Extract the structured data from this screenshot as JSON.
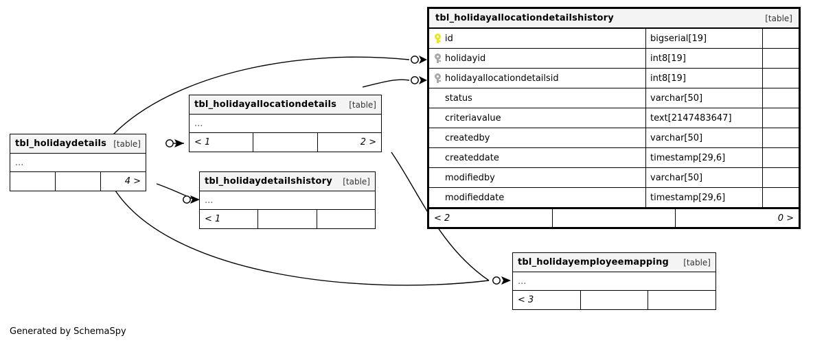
{
  "diagram": {
    "credit": "Generated by SchemaSpy",
    "ellipsis": "...",
    "kind_label": "[table]"
  },
  "tables": {
    "holidayallocationdetailshistory": {
      "name": "tbl_holidayallocationdetailshistory",
      "kind": "[table]",
      "columns": [
        {
          "key": "pk",
          "name": "id",
          "type": "bigserial[19]"
        },
        {
          "key": "fk",
          "name": "holidayid",
          "type": "int8[19]"
        },
        {
          "key": "fk",
          "name": "holidayallocationdetailsid",
          "type": "int8[19]"
        },
        {
          "key": "none",
          "name": "status",
          "type": "varchar[50]"
        },
        {
          "key": "none",
          "name": "criteriavalue",
          "type": "text[2147483647]"
        },
        {
          "key": "none",
          "name": "createdby",
          "type": "varchar[50]"
        },
        {
          "key": "none",
          "name": "createddate",
          "type": "timestamp[29,6]"
        },
        {
          "key": "none",
          "name": "modifiedby",
          "type": "varchar[50]"
        },
        {
          "key": "none",
          "name": "modifieddate",
          "type": "timestamp[29,6]"
        }
      ],
      "footer_left": "< 2",
      "footer_middle": "",
      "footer_right": "0 >"
    },
    "holidaydetails": {
      "name": "tbl_holidaydetails",
      "kind": "[table]",
      "footer_left": "",
      "footer_middle": "",
      "footer_right": "4 >"
    },
    "holidayallocationdetails": {
      "name": "tbl_holidayallocationdetails",
      "kind": "[table]",
      "footer_left": "< 1",
      "footer_middle": "",
      "footer_right": "2 >"
    },
    "holidaydetailshistory": {
      "name": "tbl_holidaydetailshistory",
      "kind": "[table]",
      "footer_left": "< 1",
      "footer_middle": "",
      "footer_right": ""
    },
    "holidayemployeemapping": {
      "name": "tbl_holidayemployeemapping",
      "kind": "[table]",
      "footer_left": "< 3",
      "footer_middle": "",
      "footer_right": ""
    }
  },
  "colors": {
    "primary_key": "#e8e81c",
    "foreign_key": "#a8a8a8",
    "header_bg": "#f4f4f4",
    "line": "#000000"
  }
}
